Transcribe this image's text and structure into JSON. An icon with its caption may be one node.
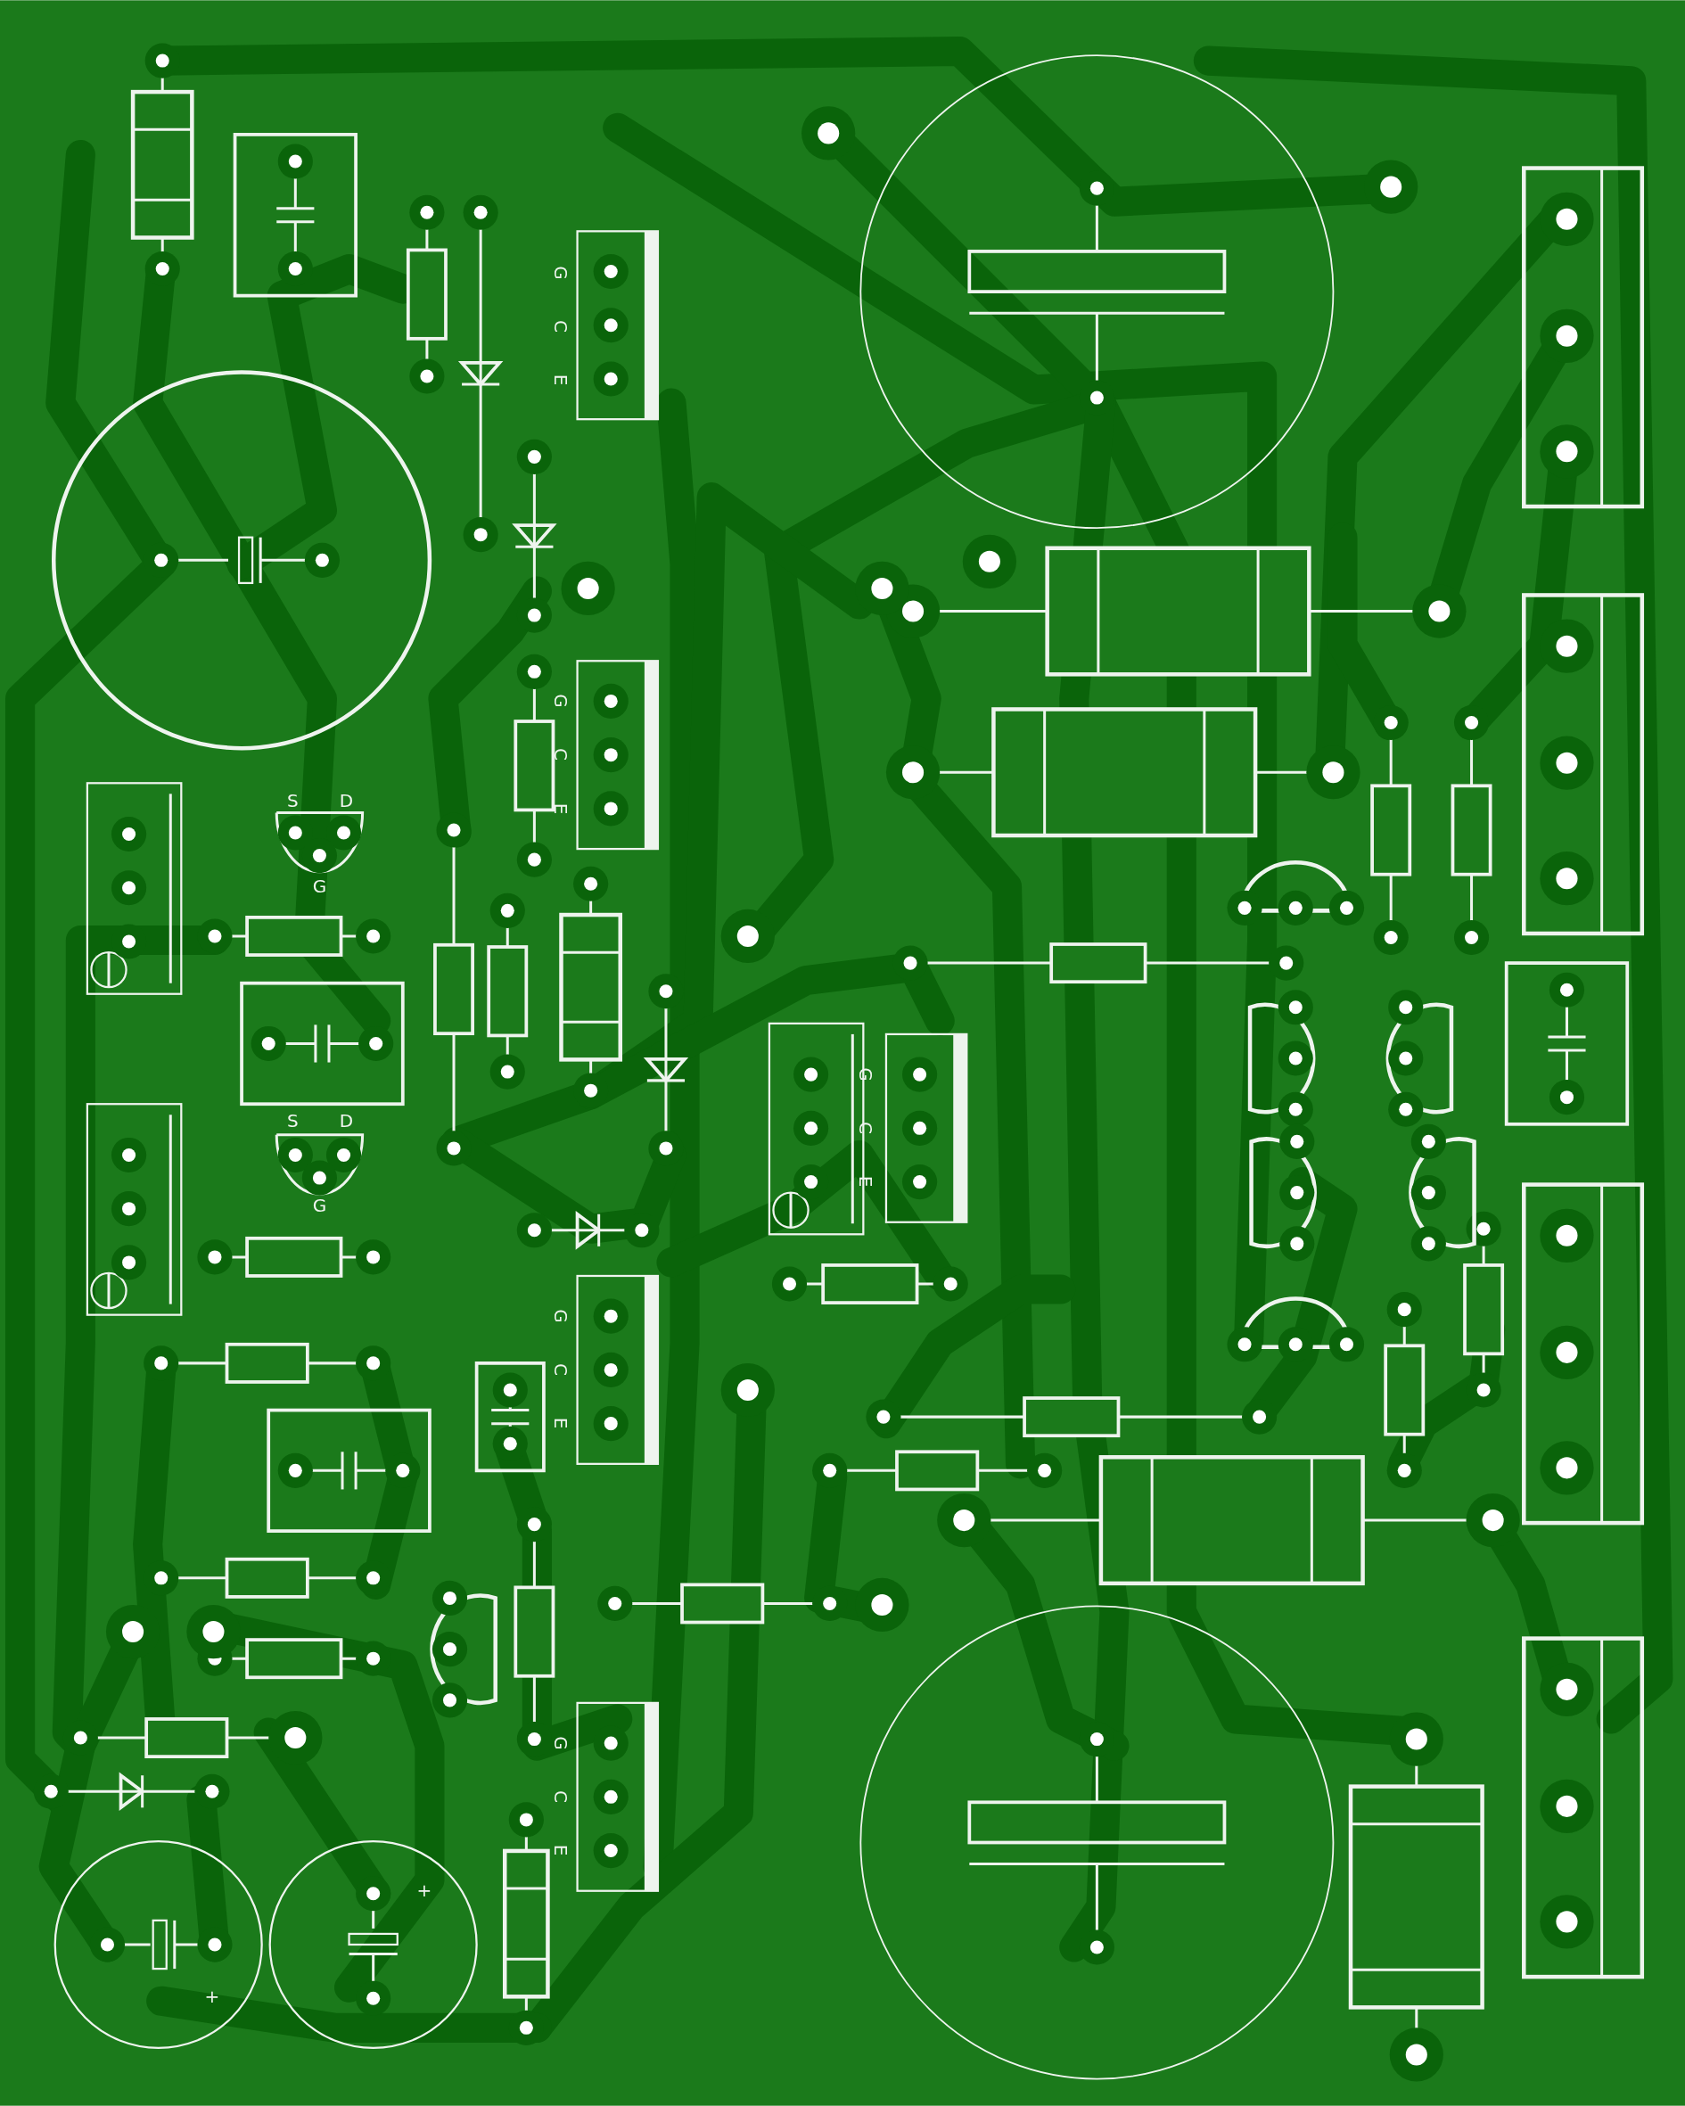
{
  "diagram": {
    "labels": [
      "G",
      "C",
      "E",
      "G",
      "C",
      "E",
      "S",
      "D",
      "G",
      "G",
      "C",
      "E",
      "S",
      "D",
      "G",
      "G",
      "C",
      "E",
      "G",
      "C",
      "E",
      "+",
      "+"
    ]
  }
}
